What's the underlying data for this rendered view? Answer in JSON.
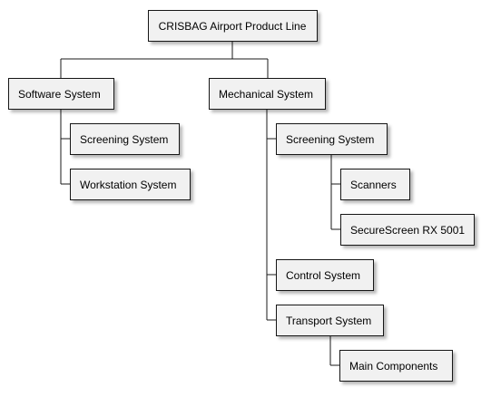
{
  "diagram": {
    "nodes": {
      "root": "CRISBAG Airport Product Line",
      "software": "Software System",
      "sw_screening": "Screening System",
      "sw_workstation": "Workstation System",
      "mechanical": "Mechanical System",
      "mech_screening": "Screening System",
      "scanners": "Scanners",
      "securescreen": "SecureScreen RX 5001",
      "control": "Control System",
      "transport": "Transport System",
      "main_components": "Main Components"
    },
    "colors": {
      "node_fill": "#f1f1f1",
      "node_border": "#181818",
      "line": "#181818",
      "shadow": "#c8c8c8"
    }
  }
}
